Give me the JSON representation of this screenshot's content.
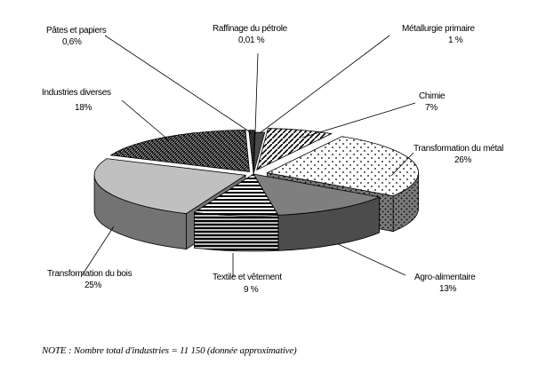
{
  "chart_data": {
    "type": "pie",
    "style": "3d-exploded",
    "slices": [
      {
        "label": "Pâtes et papiers",
        "value": 0.6,
        "value_label": "0,6%",
        "fill": "hatch-dense"
      },
      {
        "label": "Raffinage du pétrole",
        "value": 0.01,
        "value_label": "0,01 %",
        "fill": "#e0e0e0"
      },
      {
        "label": "Métallurgie primaire",
        "value": 1,
        "value_label": "1 %",
        "fill": "#4a4a4a"
      },
      {
        "label": "Chimie",
        "value": 7,
        "value_label": "7%",
        "fill": "diag-stripes"
      },
      {
        "label": "Transformation du métal",
        "value": 26,
        "value_label": "26%",
        "fill": "dots"
      },
      {
        "label": "Agro-alimentaire",
        "value": 13,
        "value_label": "13%",
        "fill": "#7f7f7f"
      },
      {
        "label": "Textile et vêtement",
        "value": 9,
        "value_label": "9 %",
        "fill": "horiz-lines"
      },
      {
        "label": "Transformation du bois",
        "value": 25,
        "value_label": "25%",
        "fill": "#c0c0c0"
      },
      {
        "label": "Industries diverses",
        "value": 18,
        "value_label": "18%",
        "fill": "checker"
      }
    ]
  },
  "note": "NOTE :  Nombre total d'industries = 11 150 (donnée approximative)"
}
